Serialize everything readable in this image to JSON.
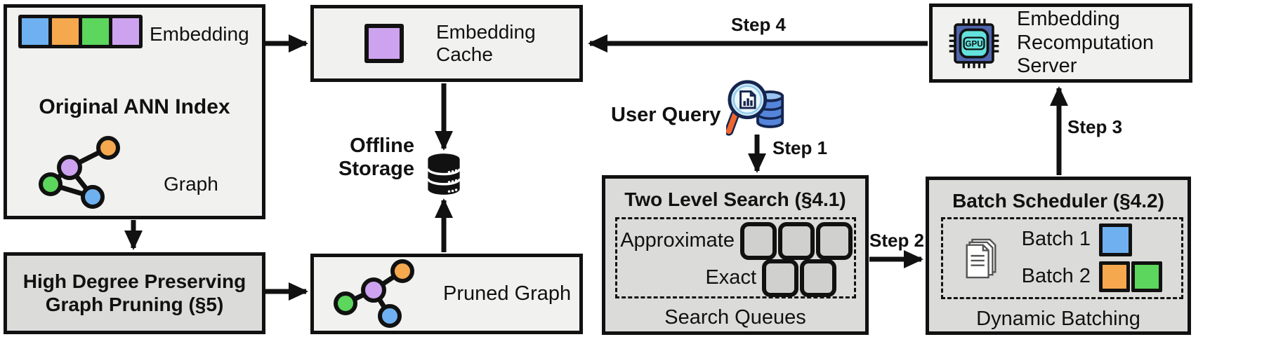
{
  "diagram": {
    "original_index": {
      "title": "Original ANN Index",
      "embedding_label": "Embedding",
      "graph_label": "Graph"
    },
    "pruning": {
      "title": "High Degree Preserving Graph Pruning (§5)"
    },
    "embedding_cache": {
      "title": "Embedding Cache"
    },
    "offline_storage": {
      "title": "Offline Storage"
    },
    "pruned_graph": {
      "title": "Pruned Graph"
    },
    "user_query": {
      "title": "User Query"
    },
    "two_level_search": {
      "title": "Two Level Search (§4.1)",
      "approximate_label": "Approximate",
      "exact_label": "Exact",
      "approximate_queue_count": 3,
      "exact_queue_count": 2,
      "footer": "Search Queues"
    },
    "batch_scheduler": {
      "title": "Batch Scheduler (§4.2)",
      "batch1_label": "Batch 1",
      "batch2_label": "Batch 2",
      "footer": "Dynamic Batching"
    },
    "recomputation_server": {
      "title": "Embedding Recomputation Server",
      "chip_label": "GPU"
    },
    "steps": {
      "s1": "Step 1",
      "s2": "Step 2",
      "s3": "Step 3",
      "s4": "Step 4"
    },
    "palette": {
      "blue": "#6FB1F0",
      "orange": "#F5A84E",
      "green": "#5CD65C",
      "purple": "#CDA3EF",
      "light_box": "#F1F1F0",
      "gray_box": "#DBDBDA",
      "queue_fill": "#D0D0CF",
      "line": "#111111",
      "gpu_body": "#5066AD",
      "gpu_screen": "#63E2DD",
      "query_handle": "#F2652D",
      "query_db": "#5585DB"
    }
  }
}
